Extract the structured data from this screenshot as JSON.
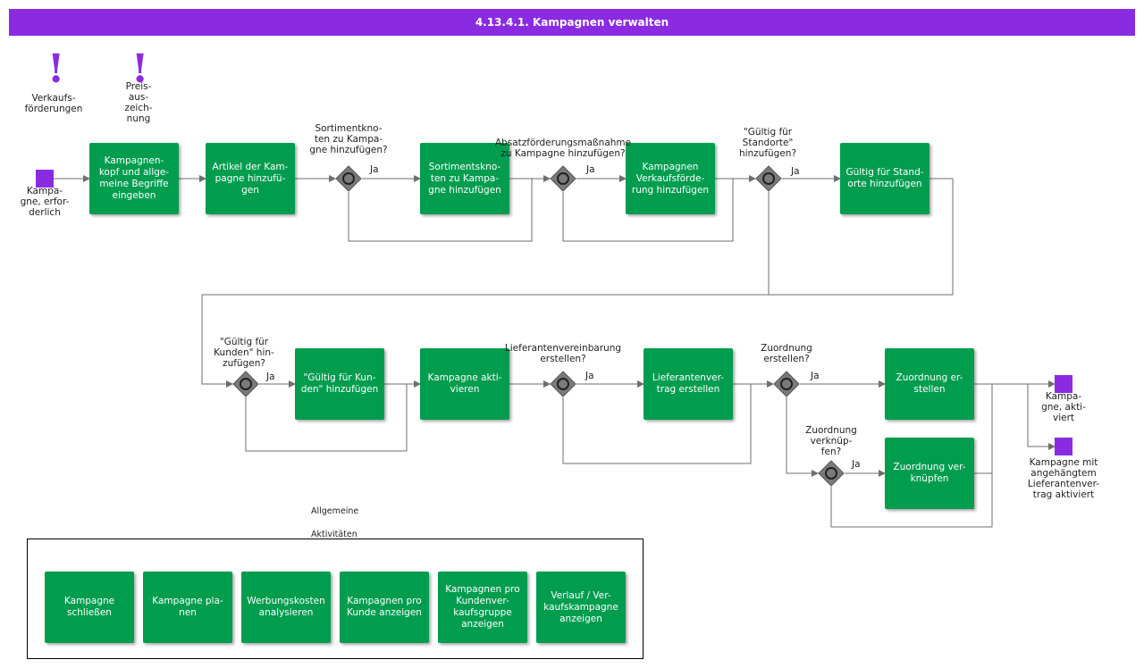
{
  "title": "4.13.4.1. Kampagnen verwalten",
  "colors": {
    "header": "#8a2be2",
    "task": "#009d4f",
    "event": "#8a2be2",
    "gateway": "#7a7a7a"
  },
  "annotations": {
    "verkauf": "Verkaufs-\nförderungen",
    "preis": "Preis-\naus-\nzeich-\nnung"
  },
  "events": {
    "start": "Kampa-\ngne, erfor-\nderlich",
    "end1": "Kampa-\ngne, akti-\nviert",
    "end2": "Kampagne mit\nangehängtem\nLieferantenver-\ntrag aktiviert"
  },
  "tasks": {
    "t1": "Kampagnen-\nkopf und allge-\nmeine Begriffe\neingeben",
    "t2": "Artikel der Kam-\npagne hinzufü-\ngen",
    "t3": "Sortimentskno-\nten zu Kampa-\ngne hinzufügen",
    "t4": "Kampagnen\nVerkaufsförde-\nrung hinzufügen",
    "t5": "Gültig für Stand-\norte hinzufügen",
    "t6": "\"Gültig für Kun-\nden\" hinzufügen",
    "t7": "Kampagne akti-\nvieren",
    "t8": "Lieferantenver-\ntrag erstellen",
    "t9": "Zuordnung er-\nstellen",
    "t10": "Zuordnung ver-\nknüpfen"
  },
  "gateways": {
    "g1": "Sortimentkno-\nten zu Kampa-\ngne hinzufügen?",
    "g2": "Absatzförderungsmaßnahme\nzu Kampagne  hinzufügen?",
    "g3": "\"Gültig für\nStandorte\"\nhinzufügen?",
    "g4": "\"Gültig für\nKunden\" hin-\nzufügen?",
    "g5": "Lieferantenvereinbarung\nerstellen?",
    "g6": "Zuordnung\nerstellen?",
    "g7": "Zuordnung\nverknüp-\nfen?"
  },
  "yes_label": "Ja",
  "other_activities": {
    "caption_1": "Allgemeine",
    "caption_2": "Aktivitäten",
    "items": [
      "Kampagne\nschließen",
      "Kampagne pla-\nnen",
      "Werbungskosten\nanalysieren",
      "Kampagnen pro\nKunde anzeigen",
      "Kampagnen pro\nKundenver-\nkaufsgruppe\nanzeigen",
      "Verlauf / Ver-\nkaufskampagne\nanzeigen"
    ]
  }
}
